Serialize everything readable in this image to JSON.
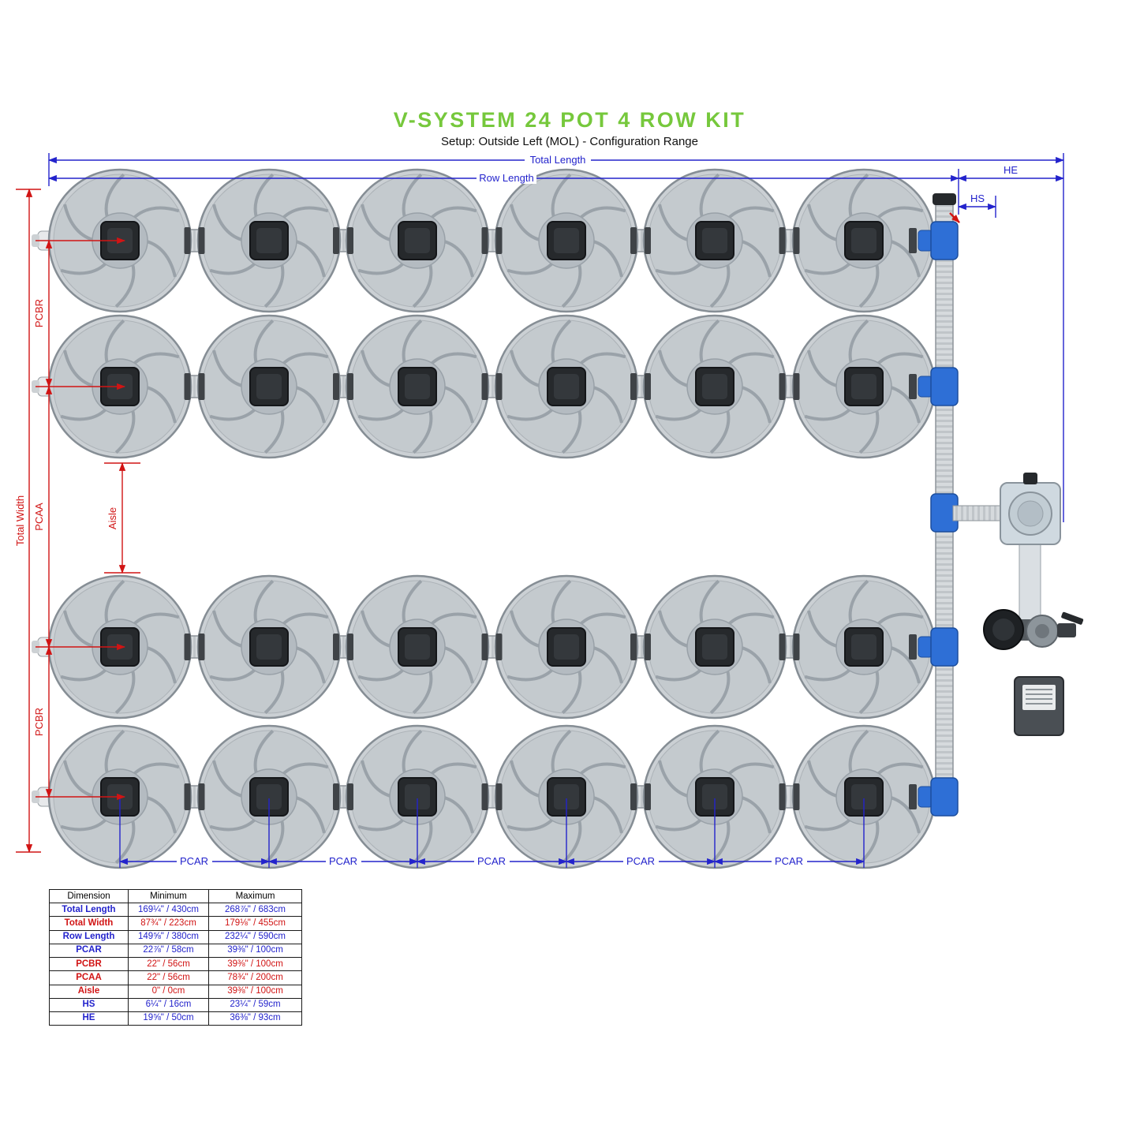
{
  "title": "V-SYSTEM 24 POT 4 ROW KIT",
  "subtitle": "Setup: Outside Left (MOL) - Configuration Range",
  "labels": {
    "total_length": "Total Length",
    "row_length": "Row Length",
    "he": "HE",
    "hs": "HS",
    "total_width": "Total Width",
    "pcbr": "PCBR",
    "pcaa": "PCAA",
    "aisle": "Aisle",
    "pcar": "PCAR"
  },
  "system": {
    "pots_total": 24,
    "rows": 4,
    "pots_per_row": 6
  },
  "colors": {
    "title_green": "#76C83C",
    "dimension_blue": "#2323CC",
    "dimension_red": "#D11414",
    "manifold_blue": "#2E6FD6"
  },
  "table": {
    "headers": [
      "Dimension",
      "Minimum",
      "Maximum"
    ],
    "rows": [
      {
        "label": "Total Length",
        "min": "169¼\" / 430cm",
        "max": "268⅞\" / 683cm",
        "color": "blue"
      },
      {
        "label": "Total Width",
        "min": "87¾\" / 223cm",
        "max": "179⅛\" / 455cm",
        "color": "red"
      },
      {
        "label": "Row Length",
        "min": "149⅝\" / 380cm",
        "max": "232¼\" / 590cm",
        "color": "blue"
      },
      {
        "label": "PCAR",
        "min": "22⅞\" / 58cm",
        "max": "39⅜\" / 100cm",
        "color": "blue"
      },
      {
        "label": "PCBR",
        "min": "22\" / 56cm",
        "max": "39⅜\" / 100cm",
        "color": "red"
      },
      {
        "label": "PCAA",
        "min": "22\" / 56cm",
        "max": "78¾\" / 200cm",
        "color": "red"
      },
      {
        "label": "Aisle",
        "min": "0\" / 0cm",
        "max": "39⅜\" / 100cm",
        "color": "red"
      },
      {
        "label": "HS",
        "min": "6¼\" / 16cm",
        "max": "23¼\" / 59cm",
        "color": "blue"
      },
      {
        "label": "HE",
        "min": "19⅝\" / 50cm",
        "max": "36⅜\" / 93cm",
        "color": "blue"
      }
    ]
  }
}
